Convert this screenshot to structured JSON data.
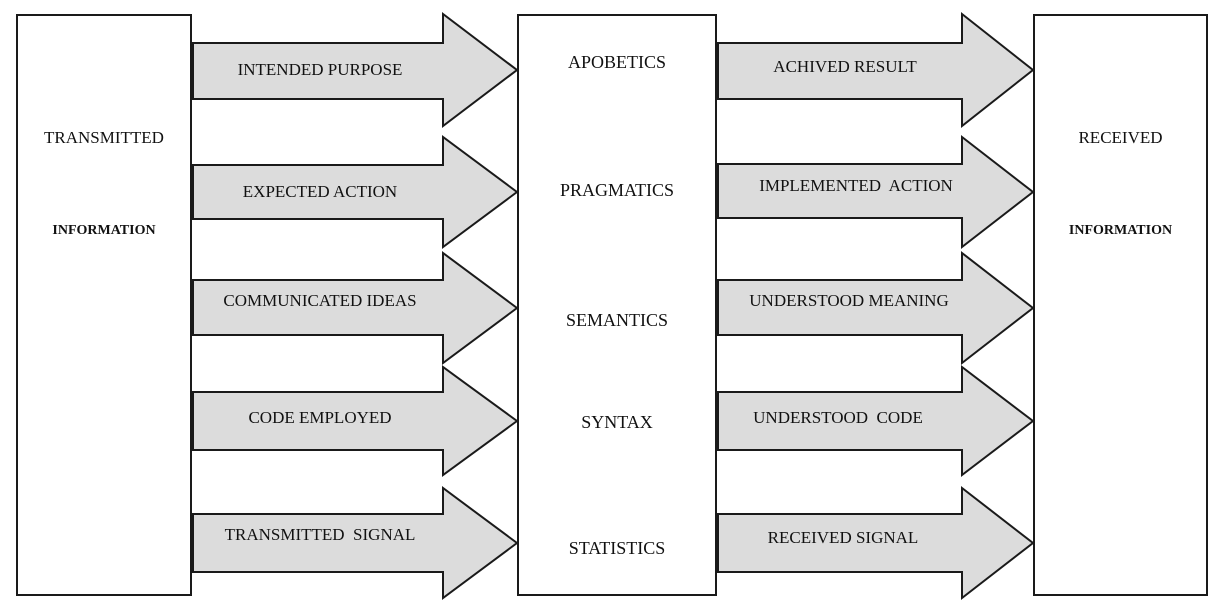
{
  "left_box": {
    "line1": "TRANSMITTED",
    "line2": "INFORMATION"
  },
  "right_box": {
    "line1": "RECEIVED",
    "line2": "INFORMATION"
  },
  "levels": [
    "APOBETICS",
    "PRAGMATICS",
    "SEMANTICS",
    "SYNTAX",
    "STATISTICS"
  ],
  "left_arrows": [
    "INTENDED PURPOSE",
    "EXPECTED ACTION",
    "COMMUNICATED IDEAS",
    "CODE EMPLOYED",
    "TRANSMITTED  SIGNAL"
  ],
  "right_arrows": [
    "ACHIVED RESULT",
    "IMPLEMENTED  ACTION",
    "UNDERSTOOD MEANING",
    "UNDERSTOOD  CODE",
    "RECEIVED SIGNAL"
  ],
  "colors": {
    "arrow_fill": "#dcdcdc",
    "stroke": "#1a1a1a",
    "background": "#ffffff"
  }
}
